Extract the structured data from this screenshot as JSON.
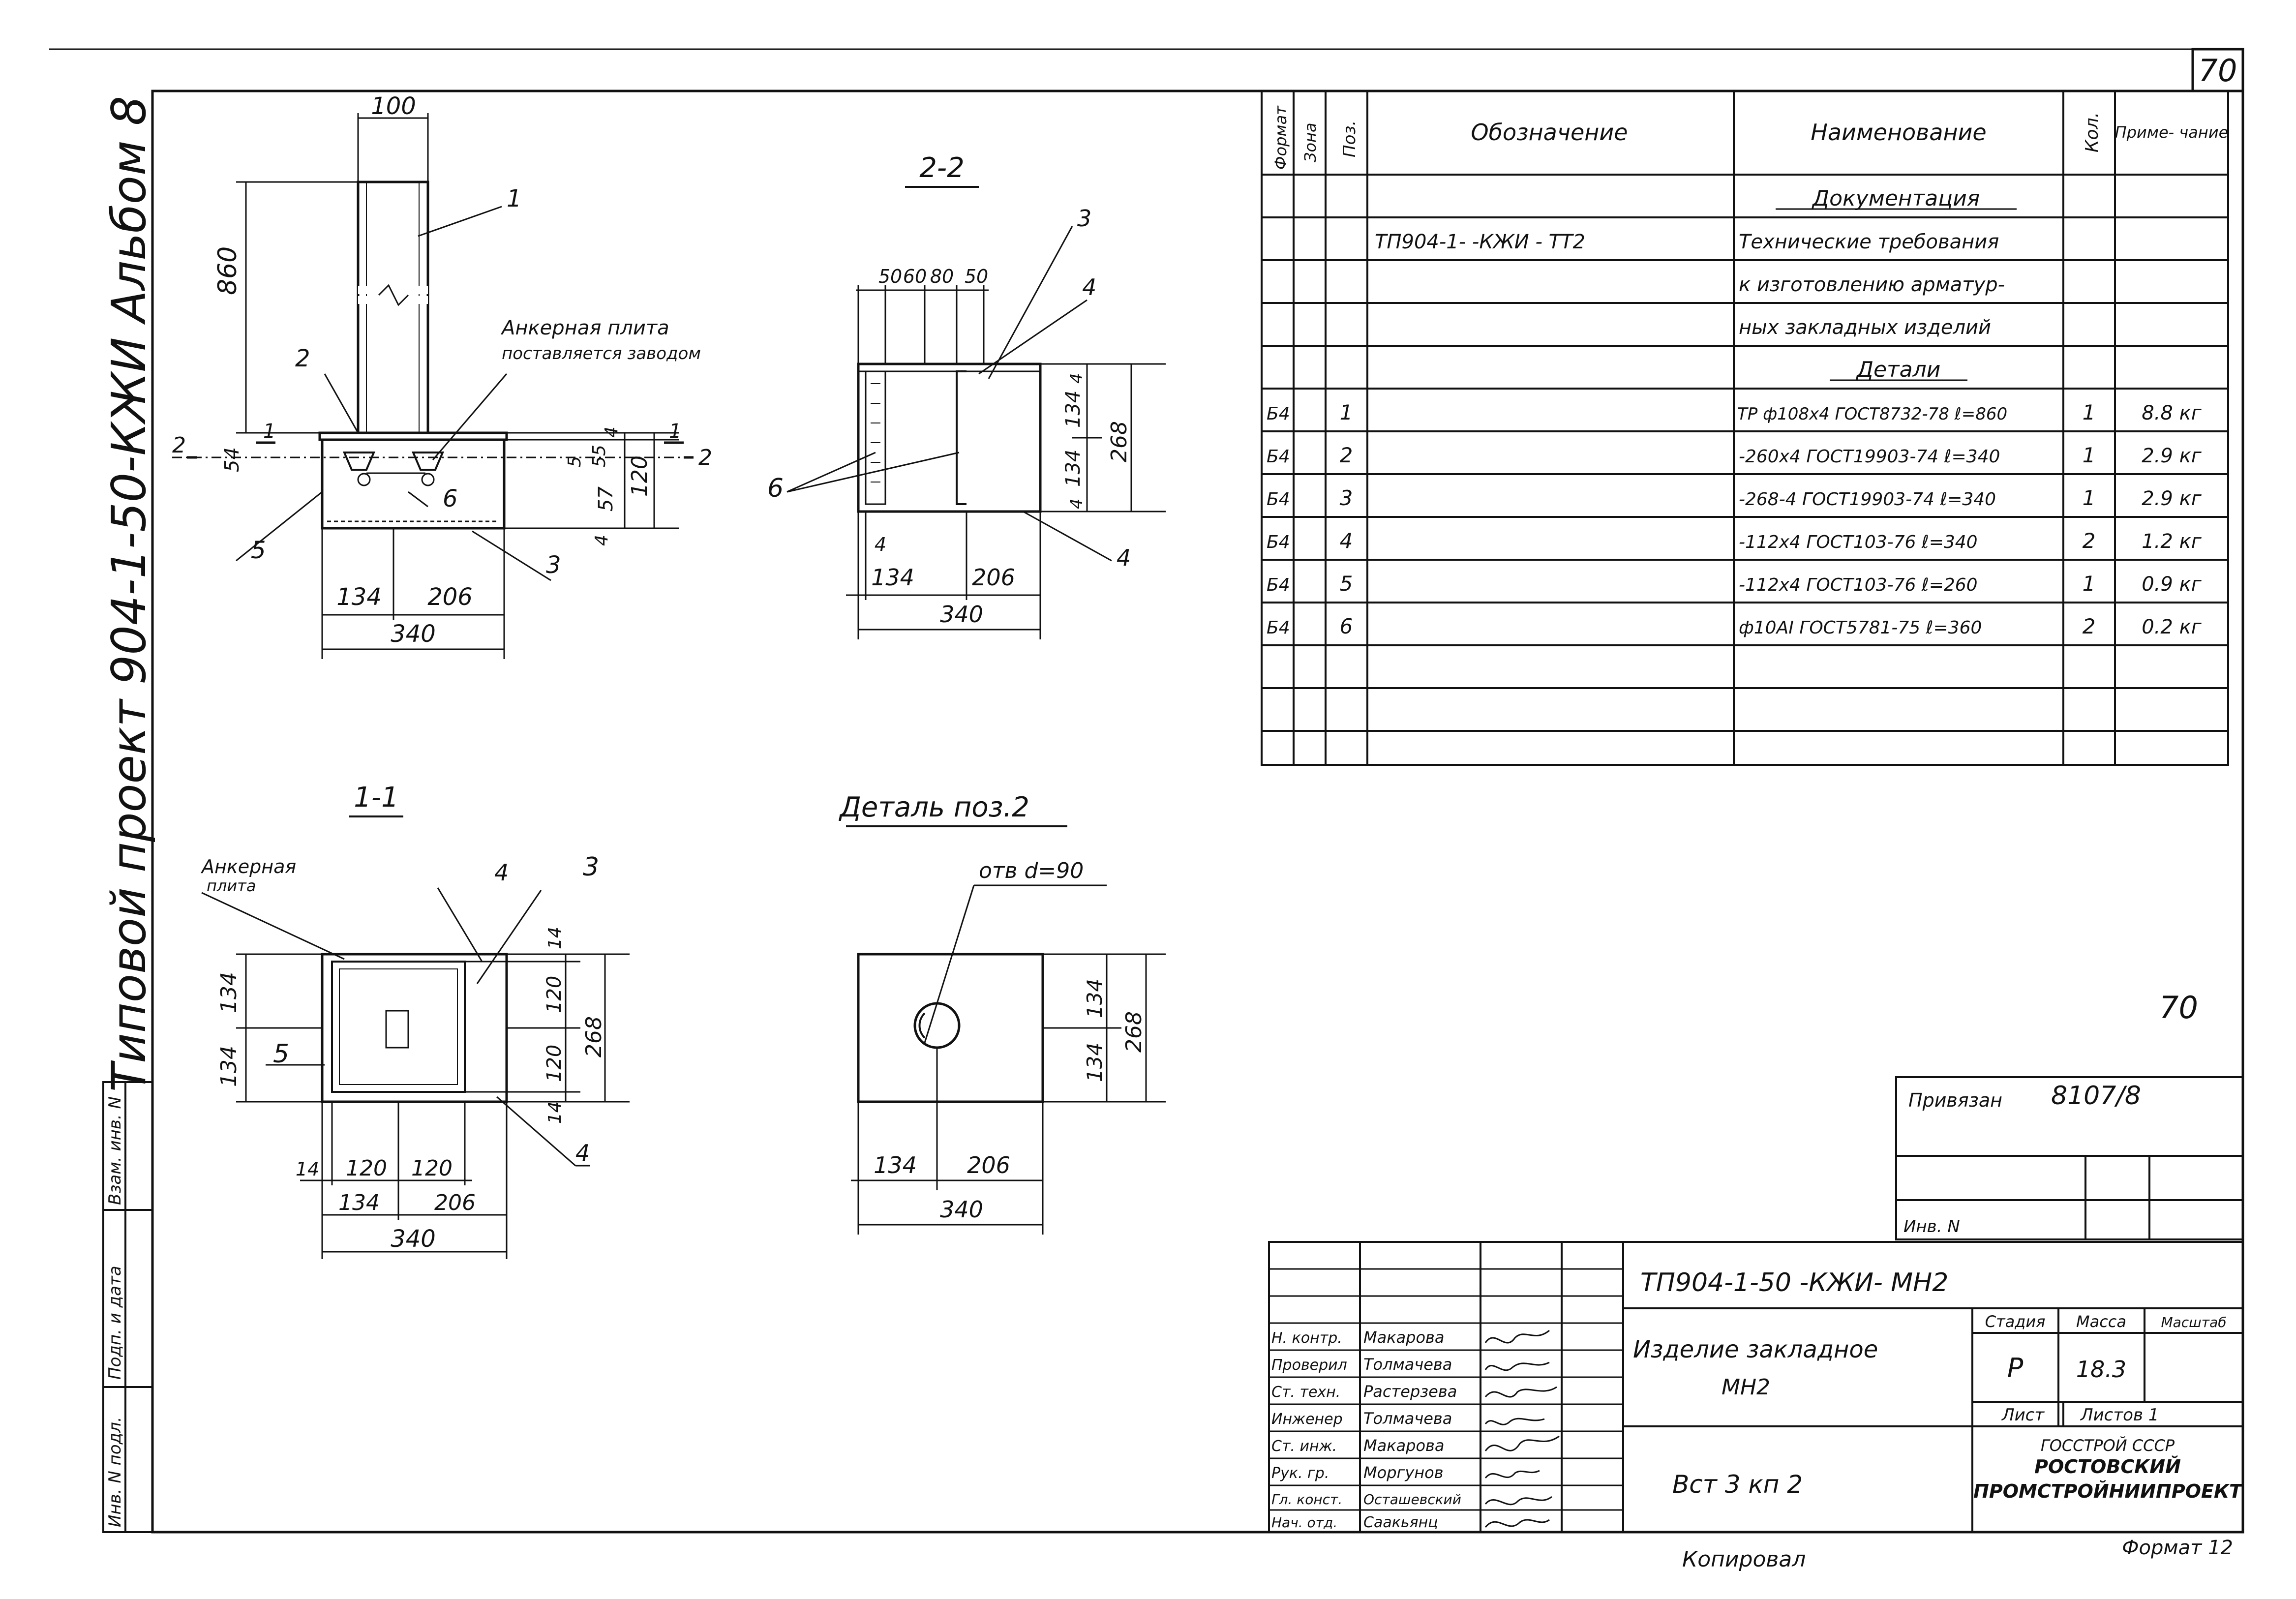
{
  "sheet": {
    "corner_number": "70",
    "side_title": "Типовой проект   904-1-50-КЖИ Альбом 8",
    "stamp_number": "70",
    "archive_code": "8107/8",
    "copied_label": "Копировал",
    "format_label": "Формат 12"
  },
  "left_margin_table": {
    "labels": [
      "Инв. N подл.",
      "Подп. и дата",
      "Взам. инв. N"
    ]
  },
  "drawings": {
    "main_view": {
      "dims": {
        "top_width": "100",
        "height": "860",
        "h54": "54",
        "h4a": "4",
        "h5": "5",
        "h55": "55",
        "h4b": "4",
        "h57": "57",
        "h120": "120",
        "w134": "134",
        "w206": "206",
        "w340": "340"
      },
      "note": "Анкерная плита поставляется заводом",
      "positions": [
        "1",
        "2",
        "5",
        "6",
        "3"
      ],
      "section_marks": [
        "2",
        "1",
        "1",
        "2"
      ]
    },
    "section_22": {
      "title": "2-2",
      "dims": {
        "d50a": "50",
        "d60": "60",
        "d80": "80",
        "d50b": "50",
        "v4": "4",
        "v134a": "134",
        "v268": "268",
        "v134b": "134",
        "v4b": "4",
        "w4": "4",
        "w134": "134",
        "w206": "206",
        "w340": "340"
      },
      "positions": [
        "3",
        "4",
        "6",
        "4"
      ]
    },
    "section_11": {
      "title": "1-1",
      "note": "Анкерная плита",
      "dims": {
        "v134a": "134",
        "v134b": "134",
        "v14a": "14",
        "v120a": "120",
        "v120b": "120",
        "v14b": "14",
        "v268": "268",
        "w14": "14",
        "w120a": "120",
        "w120b": "120",
        "w134": "134",
        "w206": "206",
        "w340": "340"
      },
      "positions": [
        "4",
        "3",
        "5",
        "4"
      ]
    },
    "detail_2": {
      "title": "Деталь поз.2",
      "hole_note": "отв d=90",
      "dims": {
        "v134a": "134",
        "v134b": "134",
        "v268": "268",
        "w134": "134",
        "w206": "206",
        "w340": "340"
      }
    }
  },
  "spec_table": {
    "headers": {
      "format": "Формат",
      "zone": "Зона",
      "pos": "Поз.",
      "designation": "Обозначение",
      "name": "Наименование",
      "qty": "Кол.",
      "note": "Приме- чание"
    },
    "rows": [
      {
        "format": "",
        "pos": "",
        "designation": "",
        "name": "Документация",
        "qty": "",
        "note": ""
      },
      {
        "format": "",
        "pos": "",
        "designation": "ТП904-1-    -КЖИ - ТТ2",
        "name": "Технические требования",
        "qty": "",
        "note": ""
      },
      {
        "format": "",
        "pos": "",
        "designation": "",
        "name": "к изготовлению арматур-",
        "qty": "",
        "note": ""
      },
      {
        "format": "",
        "pos": "",
        "designation": "",
        "name": "ных закладных изделий",
        "qty": "",
        "note": ""
      },
      {
        "format": "",
        "pos": "",
        "designation": "",
        "name": "Детали",
        "qty": "",
        "note": ""
      },
      {
        "format": "Б4",
        "pos": "1",
        "designation": "",
        "name": "ТР ф108х4 ГОСТ8732-78 ℓ=860",
        "qty": "1",
        "note": "8.8 кг"
      },
      {
        "format": "Б4",
        "pos": "2",
        "designation": "",
        "name": "-260х4 ГОСТ19903-74 ℓ=340",
        "qty": "1",
        "note": "2.9 кг"
      },
      {
        "format": "Б4",
        "pos": "3",
        "designation": "",
        "name": "-268-4 ГОСТ19903-74 ℓ=340",
        "qty": "1",
        "note": "2.9 кг"
      },
      {
        "format": "Б4",
        "pos": "4",
        "designation": "",
        "name": "-112х4 ГОСТ103-76 ℓ=340",
        "qty": "2",
        "note": "1.2 кг"
      },
      {
        "format": "Б4",
        "pos": "5",
        "designation": "",
        "name": "-112х4 ГОСТ103-76 ℓ=260",
        "qty": "1",
        "note": "0.9 кг"
      },
      {
        "format": "Б4",
        "pos": "6",
        "designation": "",
        "name": "ф10АI ГОСТ5781-75 ℓ=360",
        "qty": "2",
        "note": "0.2 кг"
      }
    ]
  },
  "binding_box": {
    "label": "Привязан",
    "inv_label": "Инв. N"
  },
  "title_block": {
    "code": "ТП904-1-50   -КЖИ-   МН2",
    "item_name_1": "Изделие закладное",
    "item_name_2": "МН2",
    "material": "Вст 3 кп 2",
    "stage_label": "Стадия",
    "mass_label": "Масса",
    "scale_label": "Масштаб",
    "stage": "Р",
    "mass": "18.3",
    "sheet_label": "Лист",
    "sheets_label": "Листов 1",
    "org1": "ГОССТРОЙ СССР",
    "org2": "РОСТОВСКИЙ",
    "org3": "ПРОМСТРОЙНИИПРОЕКТ",
    "signatures": [
      {
        "role": "Н. контр.",
        "name": "Макарова"
      },
      {
        "role": "Проверил",
        "name": "Толмачева"
      },
      {
        "role": "Ст. техн.",
        "name": "Растерзева"
      },
      {
        "role": "Инженер",
        "name": "Толмачева"
      },
      {
        "role": "Ст. инж.",
        "name": "Макарова"
      },
      {
        "role": "Рук. гр.",
        "name": "Моргунов"
      },
      {
        "role": "Гл. конст.",
        "name": "Осташевский"
      },
      {
        "role": "Нач. отд.",
        "name": "Саакьянц"
      }
    ]
  }
}
